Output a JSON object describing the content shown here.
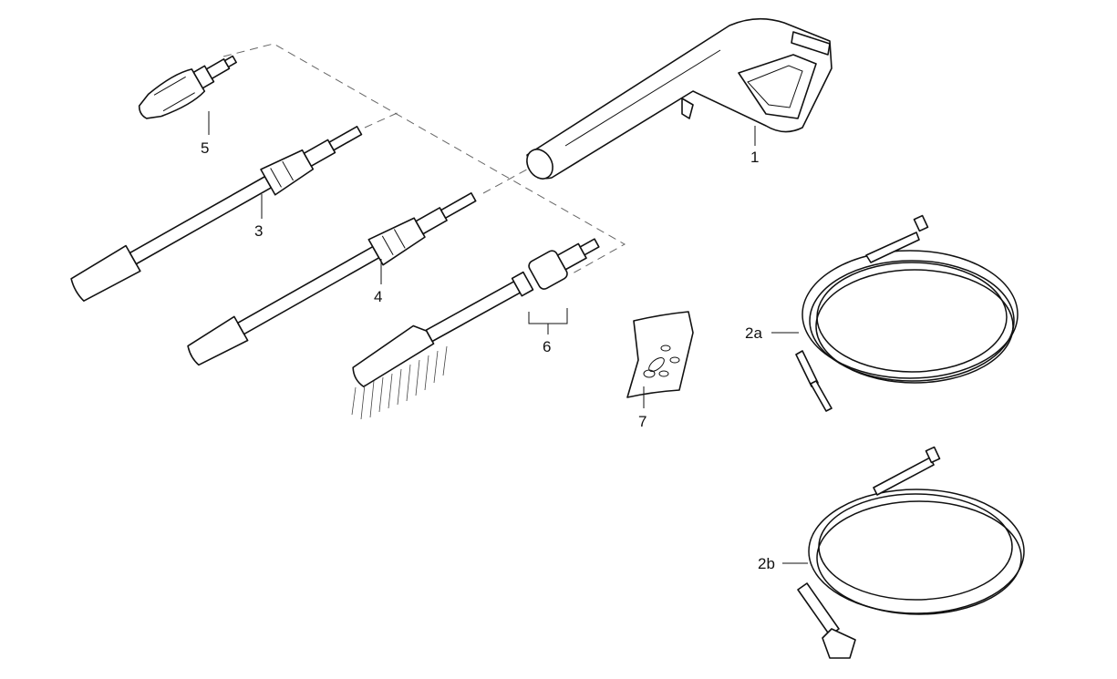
{
  "diagram": {
    "type": "exploded-parts-view",
    "labels": {
      "gun": "1",
      "hose_a": "2a",
      "hose_b": "2b",
      "spray_lance_a": "3",
      "spray_lance_b": "4",
      "rotary_nozzle": "5",
      "wash_brush": "6",
      "seal_bag": "7"
    }
  }
}
